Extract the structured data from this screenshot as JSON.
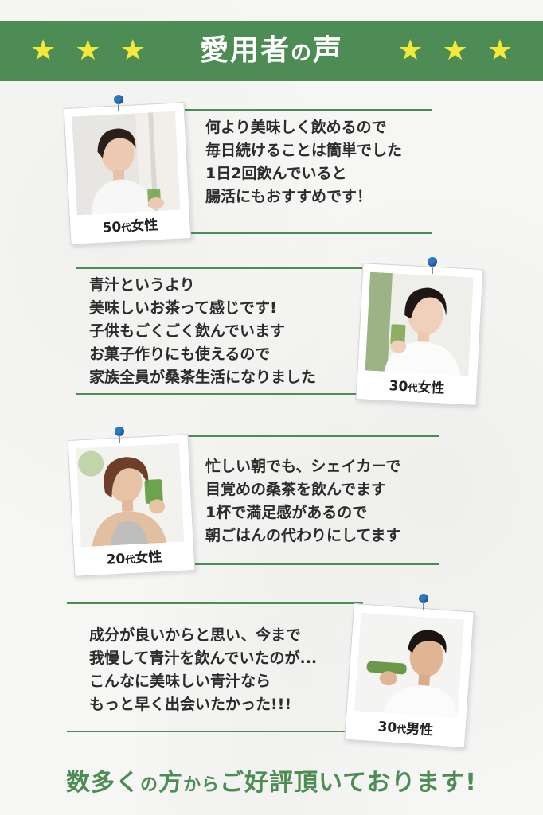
{
  "header": {
    "title_main": "愛用者",
    "title_particle": "の",
    "title_end": "声",
    "star_glyph": "★",
    "star_color": "#f3e93a",
    "banner_color": "#4d8c55"
  },
  "testimonials": [
    {
      "caption_num": "50",
      "caption_dai": "代",
      "caption_gender": "女性",
      "lines": [
        "何より美味しく飲めるので",
        "毎日続けることは簡単でした",
        "1日2回飲んでいると",
        "腸活にもおすすめです！"
      ]
    },
    {
      "caption_num": "30",
      "caption_dai": "代",
      "caption_gender": "女性",
      "lines": [
        "青汁というより",
        "美味しいお茶って感じです!",
        "子供もごくごく飲んでいます",
        "お菓子作りにも使えるので",
        "家族全員が桑茶生活になりました"
      ]
    },
    {
      "caption_num": "20",
      "caption_dai": "代",
      "caption_gender": "女性",
      "lines": [
        "忙しい朝でも、シェイカーで",
        "目覚めの桑茶を飲んでます",
        "1杯で満足感があるので",
        "朝ごはんの代わりにしてます"
      ]
    },
    {
      "caption_num": "30",
      "caption_dai": "代",
      "caption_gender": "男性",
      "lines": [
        "成分が良いからと思い、今まで",
        "我慢して青汁を飲んでいたのが...",
        "こんなに美味しい青汁なら",
        "もっと早く出会いたかった!!!"
      ]
    }
  ],
  "footer": {
    "part1": "数多く",
    "part2": "の",
    "part3": "方",
    "part4": "から",
    "part5": "ご好評頂いております!"
  }
}
